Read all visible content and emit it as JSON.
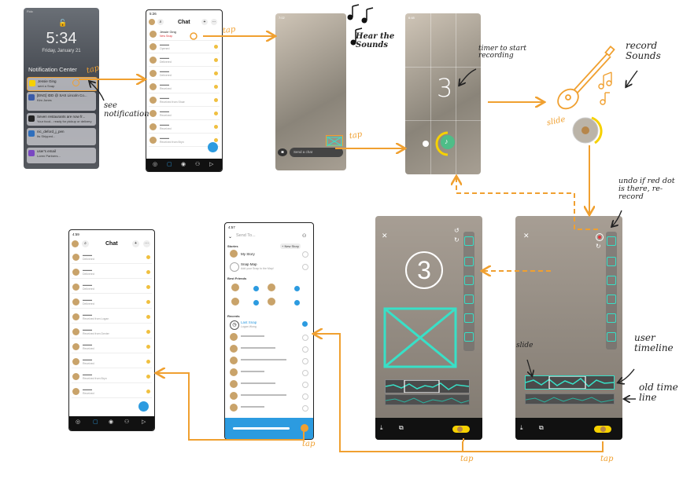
{
  "lock_screen": {
    "status_left": "Fido",
    "time": "5:34",
    "date": "Friday, January 21",
    "notification_center": "Notification Center",
    "notifications": [
      {
        "title": "Jessie Ging",
        "subtitle": "sent a Snap",
        "color": "#f6d100"
      },
      {
        "title": "[ENG] IDD @ SAS Lincoln Co...",
        "subtitle": "Kim Jones",
        "color": "#3b5ba8"
      },
      {
        "title": "Seven restaurants are now fr...",
        "subtitle": "Your food... ready for pickup or delivery",
        "color": "#222222"
      },
      {
        "title": "nic_deford_j_pen",
        "subtitle": "Its Shipped...",
        "color": "#2f6fbd"
      },
      {
        "title": "user's email",
        "subtitle": "Loren Partners...",
        "color": "#7a47c2"
      }
    ]
  },
  "chat_top": {
    "time": "5:26",
    "title": "Chat",
    "first_row": {
      "name": "Jessie Ging",
      "status": "New Snap"
    },
    "rows": [
      "Opened",
      "Delivered",
      "Delivered",
      "Received",
      "Received from Shae",
      "Received",
      "Received",
      "Received from Bryn"
    ]
  },
  "camera": {
    "time": "7:02",
    "send_placeholder": "Send a chat"
  },
  "timer_screen": {
    "time": "6:48",
    "countdown": "3"
  },
  "editor_left": {
    "countdown": "3"
  },
  "send_to": {
    "time": "4:57",
    "placeholder": "Send To...",
    "stories_header": "Stories",
    "new_story": "+ New Story",
    "my_story": "My Story",
    "snap_map": "Snap Map",
    "snap_map_sub": "Add your Snap to the Map!",
    "best_friends": "Best Friends",
    "recents": "Recents",
    "last_snap": "Last Snap",
    "last_snap_sub": "Logan Wong"
  },
  "chat_bottom": {
    "time": "4:59",
    "title": "Chat",
    "rows": [
      "Delivered",
      "Delivered",
      "Delivered",
      "Delivered",
      "Received from Logan",
      "Received from Dexter",
      "Received",
      "Received",
      "Received from Bryn",
      "Received"
    ]
  },
  "annotations": {
    "tap1": "tap",
    "tap2": "tap",
    "tap3": "tap",
    "see_notification": "see notification",
    "hear_sounds": "Hear the Sounds",
    "timer_note": "timer to start recording",
    "record_sounds": "record Sounds",
    "slide1": "slide",
    "undo_note": "undo if red dot is there, re-record",
    "slide2": "slide",
    "user_timeline": "user timeline",
    "old_timeline": "old time line",
    "tap_left": "tap",
    "tap_right": "tap",
    "tap_send": "tap"
  },
  "colors": {
    "accent_orange": "#f0a030",
    "teal": "#38e0c7",
    "snap_yellow": "#f6d100",
    "snap_blue": "#2c9be0"
  }
}
